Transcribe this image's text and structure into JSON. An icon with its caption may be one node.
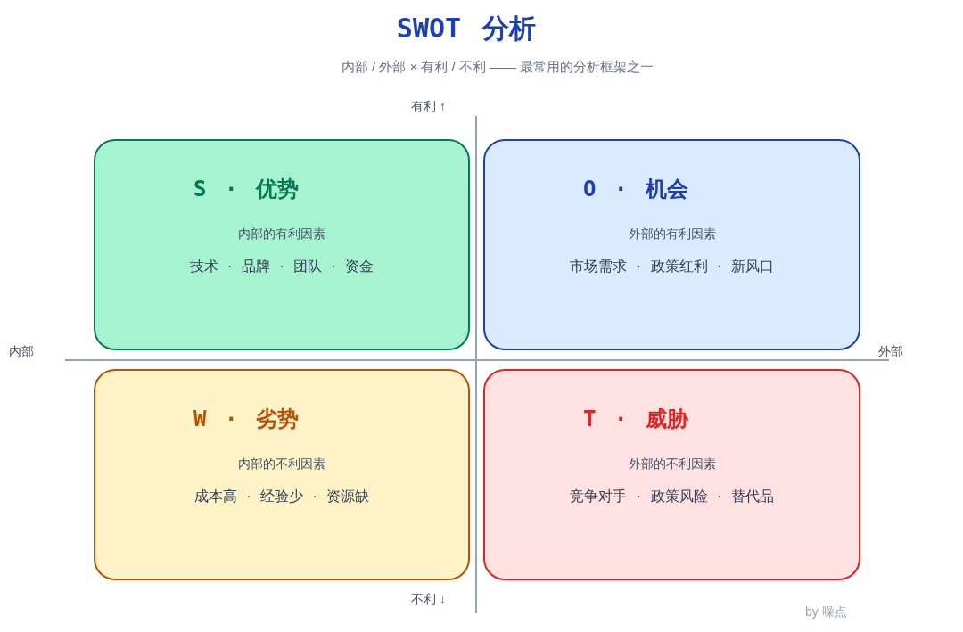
{
  "diagram": {
    "title": "SWOT 分析",
    "nodes": [
      {
        "text": [
          "S · 优势",
          "内部的有利因素",
          "技术 · 品牌 · 团队 · 资金"
        ]
      },
      {
        "text": [
          "O · 机会",
          "外部的有利因素",
          "市场需求 · 政策红利 · 新风口"
        ]
      },
      {
        "text": [
          "W · 劣势",
          "内部的不利因素",
          "成本高 · 经验少 · 资源缺"
        ]
      },
      {
        "text": [
          "T · 威胁",
          "外部的不利因素",
          "竞争对手 · 政策风险 · 替代品"
        ]
      }
    ],
    "labels": [
      "内部 / 外部 × 有利 / 不利 —— 最常用的分析框架之一",
      "有利 ↑",
      "内部",
      "外部",
      "不利 ↓",
      "by 噪点"
    ]
  }
}
